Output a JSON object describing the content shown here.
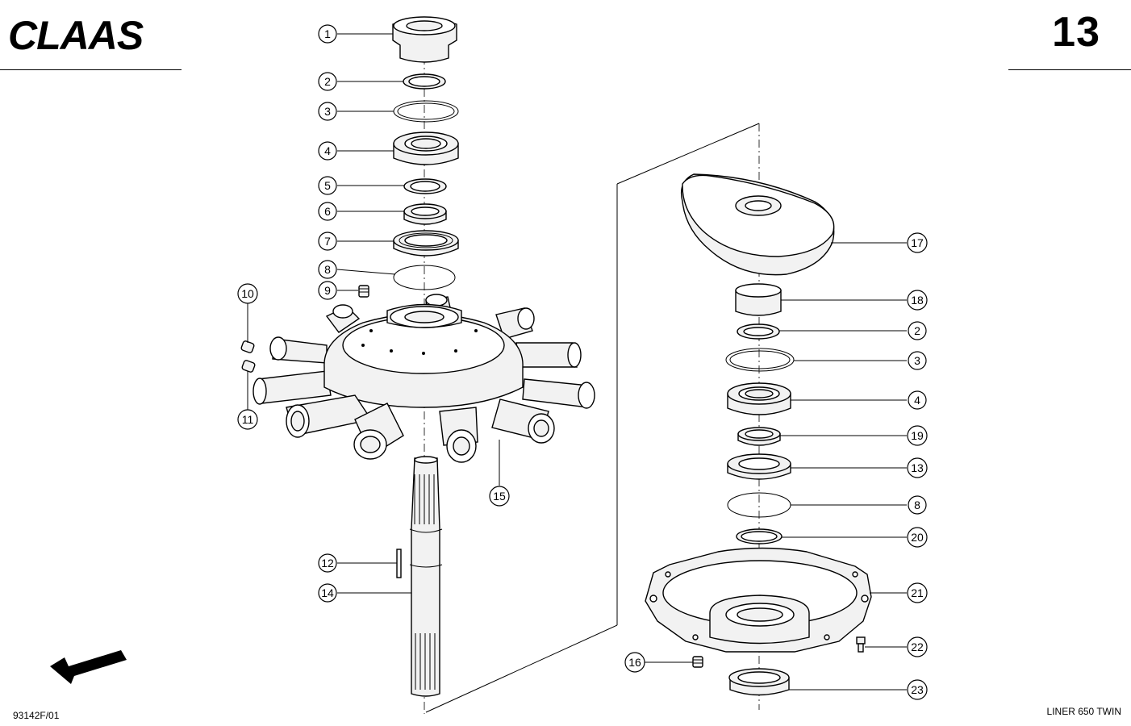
{
  "header": {
    "brand": "CLAAS",
    "page_number": "13"
  },
  "footer": {
    "drawing_number": "93142F/01",
    "model": "LINER 650 TWIN"
  },
  "callouts": [
    "1",
    "2",
    "3",
    "4",
    "5",
    "6",
    "7",
    "8",
    "9",
    "10",
    "11",
    "12",
    "13",
    "14",
    "15",
    "16",
    "17",
    "18",
    "19",
    "20",
    "21",
    "22",
    "23"
  ]
}
